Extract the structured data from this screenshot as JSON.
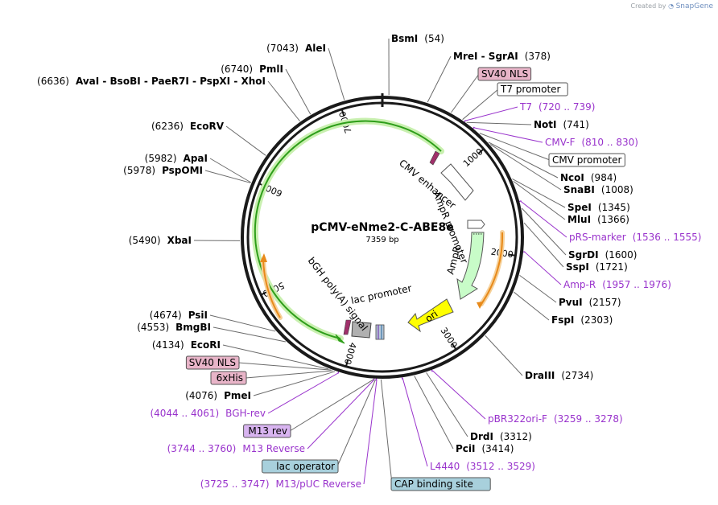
{
  "brand": {
    "created_by": "Created by",
    "product": "SnapGene"
  },
  "plasmid": {
    "name": "pCMV-eNme2-C-ABE8e",
    "length_label": "7359 bp",
    "length": 7359
  },
  "ticks": [
    {
      "pos": 1000,
      "label": "1000"
    },
    {
      "pos": 2000,
      "label": "2000"
    },
    {
      "pos": 3000,
      "label": "3000"
    },
    {
      "pos": 4000,
      "label": "4000"
    },
    {
      "pos": 5000,
      "label": "5000"
    },
    {
      "pos": 6000,
      "label": "6000"
    },
    {
      "pos": 7000,
      "label": "7000"
    }
  ],
  "labels": [
    {
      "id": "bsmi",
      "pos": 54,
      "cls": "enzyme",
      "parts": [
        {
          "t": "BsmI",
          "b": true
        },
        {
          "t": "(54)"
        }
      ]
    },
    {
      "id": "srgai",
      "pos": 378,
      "cls": "enzyme",
      "parts": [
        {
          "t": "MreI  - SgrAI",
          "b": true
        },
        {
          "t": "(378)"
        }
      ]
    },
    {
      "id": "sv40nls1",
      "pos": 590,
      "cls": "feature-pink",
      "parts": [
        {
          "t": "SV40 NLS"
        }
      ]
    },
    {
      "id": "t7prom",
      "pos": 700,
      "cls": "feature-white",
      "parts": [
        {
          "t": "T7 promoter"
        }
      ]
    },
    {
      "id": "t7",
      "pos": 720,
      "cls": "primer",
      "parts": [
        {
          "t": "T7"
        },
        {
          "t": "(720 .. 739)"
        }
      ]
    },
    {
      "id": "noti",
      "pos": 741,
      "cls": "enzyme",
      "parts": [
        {
          "t": "NotI",
          "b": true
        },
        {
          "t": "(741)"
        }
      ]
    },
    {
      "id": "cmvf",
      "pos": 810,
      "cls": "primer",
      "parts": [
        {
          "t": "CMV-F"
        },
        {
          "t": "(810 .. 830)"
        }
      ]
    },
    {
      "id": "cmvprom",
      "pos": 880,
      "cls": "feature-white",
      "parts": [
        {
          "t": "CMV promoter"
        }
      ]
    },
    {
      "id": "ncoi",
      "pos": 984,
      "cls": "enzyme",
      "parts": [
        {
          "t": "NcoI",
          "b": true
        },
        {
          "t": "(984)"
        }
      ]
    },
    {
      "id": "snabi",
      "pos": 1008,
      "cls": "enzyme",
      "parts": [
        {
          "t": "SnaBI",
          "b": true
        },
        {
          "t": "(1008)"
        }
      ]
    },
    {
      "id": "spei",
      "pos": 1345,
      "cls": "enzyme",
      "parts": [
        {
          "t": "SpeI",
          "b": true
        },
        {
          "t": "(1345)"
        }
      ]
    },
    {
      "id": "mlui",
      "pos": 1366,
      "cls": "enzyme",
      "parts": [
        {
          "t": "MluI",
          "b": true
        },
        {
          "t": "(1366)"
        }
      ]
    },
    {
      "id": "prsmarker",
      "pos": 1536,
      "cls": "primer",
      "parts": [
        {
          "t": "pRS-marker"
        },
        {
          "t": "(1536 .. 1555)"
        }
      ]
    },
    {
      "id": "sgrdi",
      "pos": 1600,
      "cls": "enzyme",
      "parts": [
        {
          "t": "SgrDI",
          "b": true
        },
        {
          "t": "(1600)"
        }
      ]
    },
    {
      "id": "sspi",
      "pos": 1721,
      "cls": "enzyme",
      "parts": [
        {
          "t": "SspI",
          "b": true
        },
        {
          "t": "(1721)"
        }
      ]
    },
    {
      "id": "ampr",
      "pos": 1957,
      "cls": "primer",
      "parts": [
        {
          "t": "Amp-R"
        },
        {
          "t": "(1957 .. 1976)"
        }
      ]
    },
    {
      "id": "pvui",
      "pos": 2157,
      "cls": "enzyme",
      "parts": [
        {
          "t": "PvuI",
          "b": true
        },
        {
          "t": "(2157)"
        }
      ]
    },
    {
      "id": "fspi",
      "pos": 2303,
      "cls": "enzyme",
      "parts": [
        {
          "t": "FspI",
          "b": true
        },
        {
          "t": "(2303)"
        }
      ]
    },
    {
      "id": "draiii",
      "pos": 2734,
      "cls": "enzyme",
      "parts": [
        {
          "t": "DraIII",
          "b": true
        },
        {
          "t": "(2734)"
        }
      ]
    },
    {
      "id": "pbr322",
      "pos": 3259,
      "cls": "primer",
      "parts": [
        {
          "t": "pBR322ori-F"
        },
        {
          "t": "(3259 .. 3278)"
        }
      ]
    },
    {
      "id": "drai",
      "pos": 3312,
      "cls": "enzyme",
      "parts": [
        {
          "t": "DrdI",
          "b": true
        },
        {
          "t": "(3312)"
        }
      ]
    },
    {
      "id": "pcii",
      "pos": 3414,
      "cls": "enzyme",
      "parts": [
        {
          "t": "PciI",
          "b": true
        },
        {
          "t": "(3414)"
        }
      ]
    },
    {
      "id": "l4440",
      "pos": 3512,
      "cls": "primer",
      "parts": [
        {
          "t": "L4440"
        },
        {
          "t": "(3512 .. 3529)"
        }
      ]
    },
    {
      "id": "cap",
      "pos": 3690,
      "cls": "feature-blue",
      "parts": [
        {
          "t": "CAP binding site"
        }
      ]
    },
    {
      "id": "m13puc",
      "pos": 3725,
      "cls": "primer",
      "parts": [
        {
          "t": "(3725 .. 3747)"
        },
        {
          "t": "M13/pUC Reverse"
        }
      ]
    },
    {
      "id": "lacop",
      "pos": 3735,
      "cls": "feature-blue",
      "parts": [
        {
          "t": "lac operator"
        }
      ]
    },
    {
      "id": "m13rev_p",
      "pos": 3744,
      "cls": "primer",
      "parts": [
        {
          "t": "(3744 .. 3760)"
        },
        {
          "t": "M13 Reverse"
        }
      ]
    },
    {
      "id": "m13rev_f",
      "pos": 3750,
      "cls": "feature-purple",
      "parts": [
        {
          "t": "M13 rev"
        }
      ]
    },
    {
      "id": "bghrev",
      "pos": 4044,
      "cls": "primer",
      "parts": [
        {
          "t": "(4044 .. 4061)"
        },
        {
          "t": "BGH-rev"
        }
      ]
    },
    {
      "id": "pmei",
      "pos": 4076,
      "cls": "enzyme",
      "parts": [
        {
          "t": "(4076)"
        },
        {
          "t": "PmeI",
          "b": true
        }
      ]
    },
    {
      "id": "sixhis",
      "pos": 4095,
      "cls": "feature-pink",
      "parts": [
        {
          "t": "6xHis"
        }
      ]
    },
    {
      "id": "sv40nls2",
      "pos": 4110,
      "cls": "feature-pink",
      "parts": [
        {
          "t": "SV40 NLS"
        }
      ]
    },
    {
      "id": "ecori",
      "pos": 4134,
      "cls": "enzyme",
      "parts": [
        {
          "t": "(4134)"
        },
        {
          "t": "EcoRI",
          "b": true
        }
      ]
    },
    {
      "id": "bmgbi",
      "pos": 4553,
      "cls": "enzyme",
      "parts": [
        {
          "t": "(4553)"
        },
        {
          "t": "BmgBI",
          "b": true
        }
      ]
    },
    {
      "id": "psii",
      "pos": 4674,
      "cls": "enzyme",
      "parts": [
        {
          "t": "(4674)"
        },
        {
          "t": "PsiI",
          "b": true
        }
      ]
    },
    {
      "id": "xbai",
      "pos": 5490,
      "cls": "enzyme",
      "parts": [
        {
          "t": "(5490)"
        },
        {
          "t": "XbaI",
          "b": true
        }
      ]
    },
    {
      "id": "pspomi",
      "pos": 5978,
      "cls": "enzyme",
      "parts": [
        {
          "t": "(5978)"
        },
        {
          "t": "PspOMI",
          "b": true
        }
      ]
    },
    {
      "id": "apai",
      "pos": 5982,
      "cls": "enzyme",
      "parts": [
        {
          "t": "(5982)"
        },
        {
          "t": "ApaI",
          "b": true
        }
      ]
    },
    {
      "id": "ecorv",
      "pos": 6236,
      "cls": "enzyme",
      "parts": [
        {
          "t": "(6236)"
        },
        {
          "t": "EcoRV",
          "b": true
        }
      ]
    },
    {
      "id": "xhoi",
      "pos": 6636,
      "cls": "enzyme",
      "parts": [
        {
          "t": "(6636)"
        },
        {
          "t": "AvaI  - BsoBI  - PaeR7I  - PspXI  - XhoI",
          "b": true
        }
      ]
    },
    {
      "id": "pmli",
      "pos": 6740,
      "cls": "enzyme",
      "parts": [
        {
          "t": "(6740)"
        },
        {
          "t": "PmlI",
          "b": true
        }
      ]
    },
    {
      "id": "alei",
      "pos": 7043,
      "cls": "enzyme",
      "parts": [
        {
          "t": "(7043)"
        },
        {
          "t": "AleI",
          "b": true
        }
      ]
    }
  ],
  "inner_labels": [
    {
      "id": "cmv-enhancer",
      "text": "CMV enhancer"
    },
    {
      "id": "ampr-promoter",
      "text": "AmpR promoter"
    },
    {
      "id": "ampr",
      "text": "AmpR"
    },
    {
      "id": "ori",
      "text": "ori"
    },
    {
      "id": "lac-promoter",
      "text": "lac promoter"
    },
    {
      "id": "bgh-polya",
      "text": "bGH poly(A) signal"
    }
  ],
  "colors": {
    "enzyme": "#000000",
    "primer": "#9933cc",
    "backbone": "#1a1a1a",
    "orf_green": "#2e9e1a",
    "orf_glow": "#c9f0b0",
    "orange": "#e88a1a",
    "ampr_fill": "#c8fcc8",
    "ori_fill": "#ffff00",
    "pink_fill": "#e8b4c8",
    "blue_fill": "#a8d0dc",
    "purple_fill": "#d8b4f0"
  }
}
